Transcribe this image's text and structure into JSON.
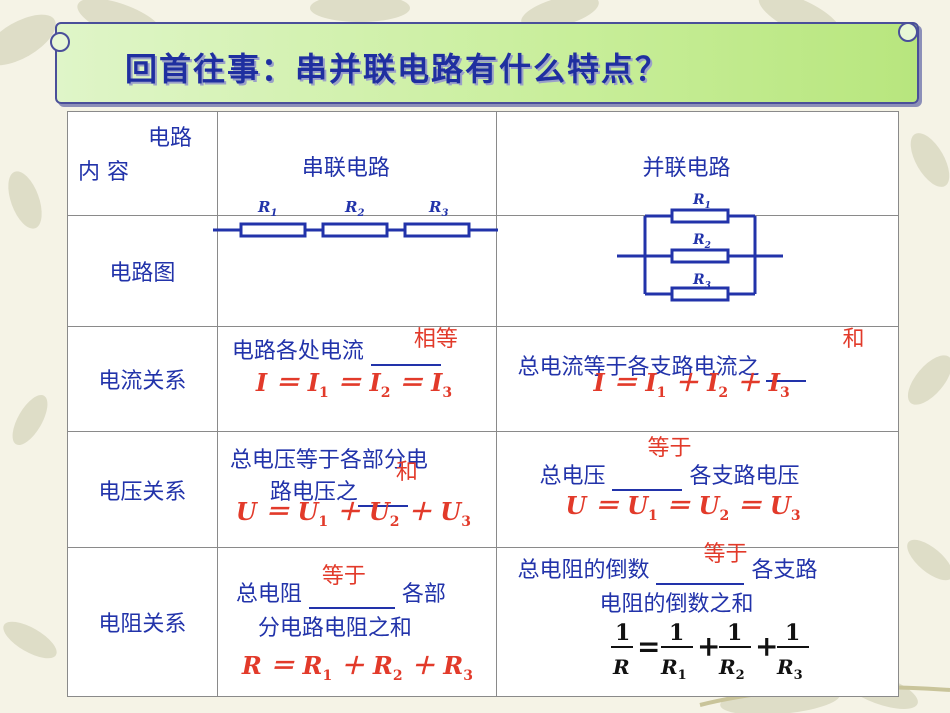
{
  "title": "回首往事：串并联电路有什么特点？",
  "colors": {
    "blue_text": "#2233aa",
    "red_text": "#e23a2a",
    "title_text": "#1f2fa0",
    "banner": "#c8ee9a"
  },
  "header": {
    "corner_top": "电路",
    "corner_bottom": "内 容",
    "series": "串联电路",
    "parallel": "并联电路"
  },
  "rows": {
    "diagram": {
      "label": "电路图",
      "series_resistors": [
        "R1",
        "R2",
        "R3"
      ],
      "parallel_resistors": [
        "R1",
        "R2",
        "R3"
      ]
    },
    "current": {
      "label": "电流关系",
      "series_text": "电路各处电流",
      "series_answer": "相等",
      "series_formula": "I = I1 = I2 = I3",
      "parallel_text": "总电流等于各支路电流之",
      "parallel_answer": "和",
      "parallel_formula": "I = I1 + I2 + I3"
    },
    "voltage": {
      "label": "电压关系",
      "series_text_1": "总电压等于各部分电",
      "series_text_2": "路电压之",
      "series_answer": "和",
      "series_formula": "U = U1 + U2 + U3",
      "parallel_text_a": "总电压",
      "parallel_text_b": "各支路电压",
      "parallel_answer": "等于",
      "parallel_formula": "U = U1 = U2 = U3"
    },
    "resistance": {
      "label": "电阻关系",
      "series_text_a": "总电阻",
      "series_text_b": "各部",
      "series_text_2": "分电路电阻之和",
      "series_answer": "等于",
      "series_formula": "R = R1 + R2 + R3",
      "parallel_text_a": "总电阻的倒数",
      "parallel_text_b": "各支路",
      "parallel_text_2": "电阻的倒数之和",
      "parallel_answer": "等于",
      "parallel_formula": "1/R = 1/R1 + 1/R2 + 1/R3"
    }
  }
}
